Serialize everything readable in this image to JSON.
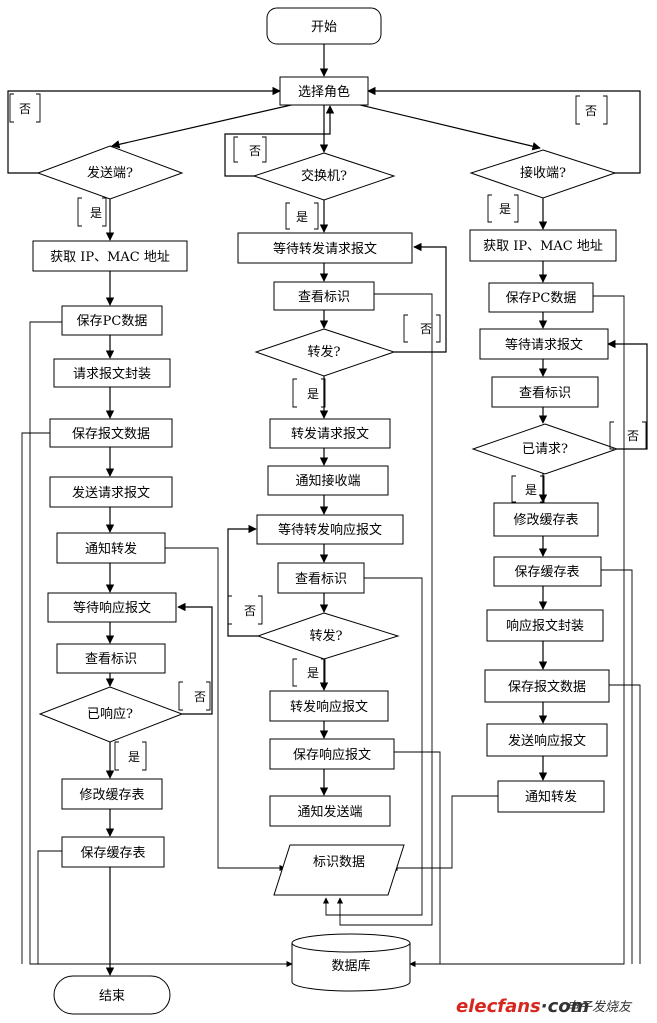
{
  "nodes": {
    "start": "开始",
    "select_role": "选择角色",
    "is_sender": "发送端?",
    "is_switch": "交换机?",
    "is_receiver": "接收端?",
    "s_get_ip": "获取 IP、MAC 地址",
    "s_save_pc": "保存PC数据",
    "s_req_pack": "请求报文封装",
    "s_save_msg": "保存报文数据",
    "s_send_req": "发送请求报文",
    "s_notify_fwd": "通知转发",
    "s_wait_resp": "等待响应报文",
    "s_check_id": "查看标识",
    "s_responded": "已响应?",
    "s_modify_cache": "修改缓存表",
    "s_save_cache": "保存缓存表",
    "end": "结束",
    "w_wait_req": "等待转发请求报文",
    "w_check_id1": "查看标识",
    "w_forward1": "转发?",
    "w_fwd_req": "转发请求报文",
    "w_notify_recv": "通知接收端",
    "w_wait_resp": "等待转发响应报文",
    "w_check_id2": "查看标识",
    "w_forward2": "转发?",
    "w_fwd_resp": "转发响应报文",
    "w_save_resp": "保存响应报文",
    "w_notify_send": "通知发送端",
    "id_data": "标识数据",
    "database": "数据库",
    "r_get_ip": "获取 IP、MAC 地址",
    "r_save_pc": "保存PC数据",
    "r_wait_req": "等待请求报文",
    "r_check_id": "查看标识",
    "r_requested": "已请求?",
    "r_modify_cache": "修改缓存表",
    "r_save_cache": "保存缓存表",
    "r_resp_pack": "响应报文封装",
    "r_save_msg": "保存报文数据",
    "r_send_resp": "发送响应报文",
    "r_notify_fwd": "通知转发"
  },
  "labels": {
    "yes": "是",
    "no": "否"
  },
  "watermark": {
    "brand": "elecfans",
    "dot": "·",
    "com": "com",
    "cn": "电子发烧友"
  },
  "colors": {
    "line": "#000000",
    "brand_red": "#d7261e",
    "brand_dark": "#333333"
  }
}
